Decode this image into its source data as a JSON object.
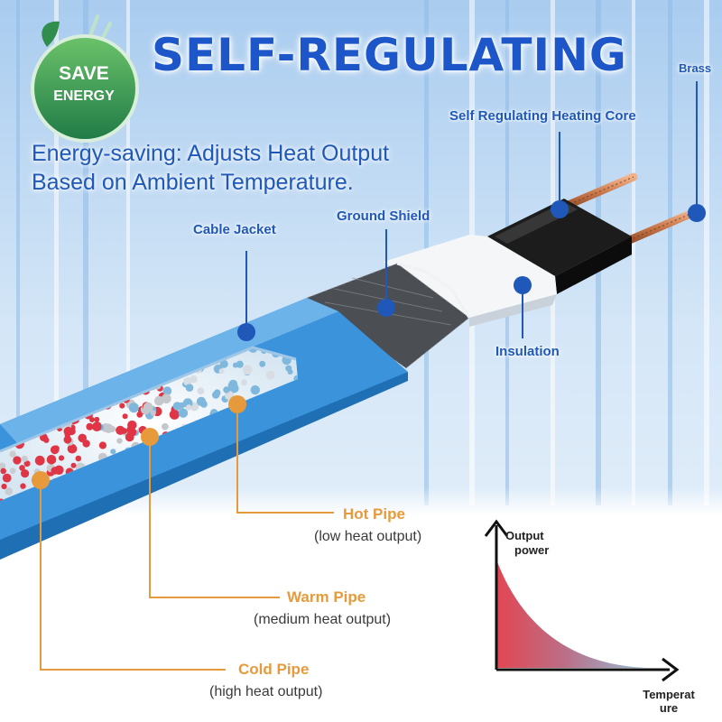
{
  "badge": {
    "line1": "SAVE",
    "line2": "ENERGY"
  },
  "title": "SELF-REGULATING",
  "subtitle": {
    "line1": "Energy-saving: Adjusts Heat Output",
    "line2": "Based on Ambient Temperature."
  },
  "cable_labels": {
    "brass": "Brass",
    "core": "Self Regulating Heating Core",
    "ground_shield": "Ground Shield",
    "cable_jacket": "Cable Jacket",
    "insulation": "Insulation"
  },
  "pipes": [
    {
      "name": "Hot Pipe",
      "detail": "(low heat output)"
    },
    {
      "name": "Warm Pipe",
      "detail": "(medium heat output)"
    },
    {
      "name": "Cold Pipe",
      "detail": "(high heat output)"
    }
  ],
  "graph": {
    "y_line1": "Output",
    "y_line2": "power",
    "x_line1": "Temperat",
    "x_line2": "ure"
  },
  "colors": {
    "title_blue": "#1d56c9",
    "jacket_blue": "#3b93dc",
    "leader_orange": "#e79a3c",
    "badge_green": "#2f8e4c",
    "hot_red": "#e03545",
    "cold_blue": "#7fb8dc"
  }
}
